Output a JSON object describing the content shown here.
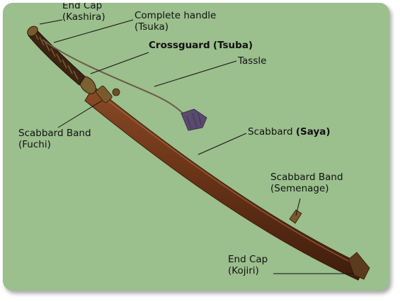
{
  "labels": {
    "kashira_1": "End Cap",
    "kashira_2": "(Kashira)",
    "tsuka_1": "Complete handle",
    "tsuka_2": "(Tsuka)",
    "tsuba_en": "Crossguard",
    "tsuba_jp": "(Tsuba)",
    "tassle": "Tassle",
    "fuchi_1": "Scabbard Band",
    "fuchi_2": "(Fuchi)",
    "saya_en": "Scabbard",
    "saya_jp": "(Saya)",
    "semenage_1": "Scabbard Band",
    "semenage_2": "(Semenage)",
    "kojiri_1": "End Cap",
    "kojiri_2": "(Kojiri)"
  },
  "colors": {
    "background": "#9bbf8d",
    "scabbard": "#6a3418",
    "handle": "#3d2412",
    "fittings": "#7a5a2a",
    "tassel": "#5a4a6e"
  }
}
